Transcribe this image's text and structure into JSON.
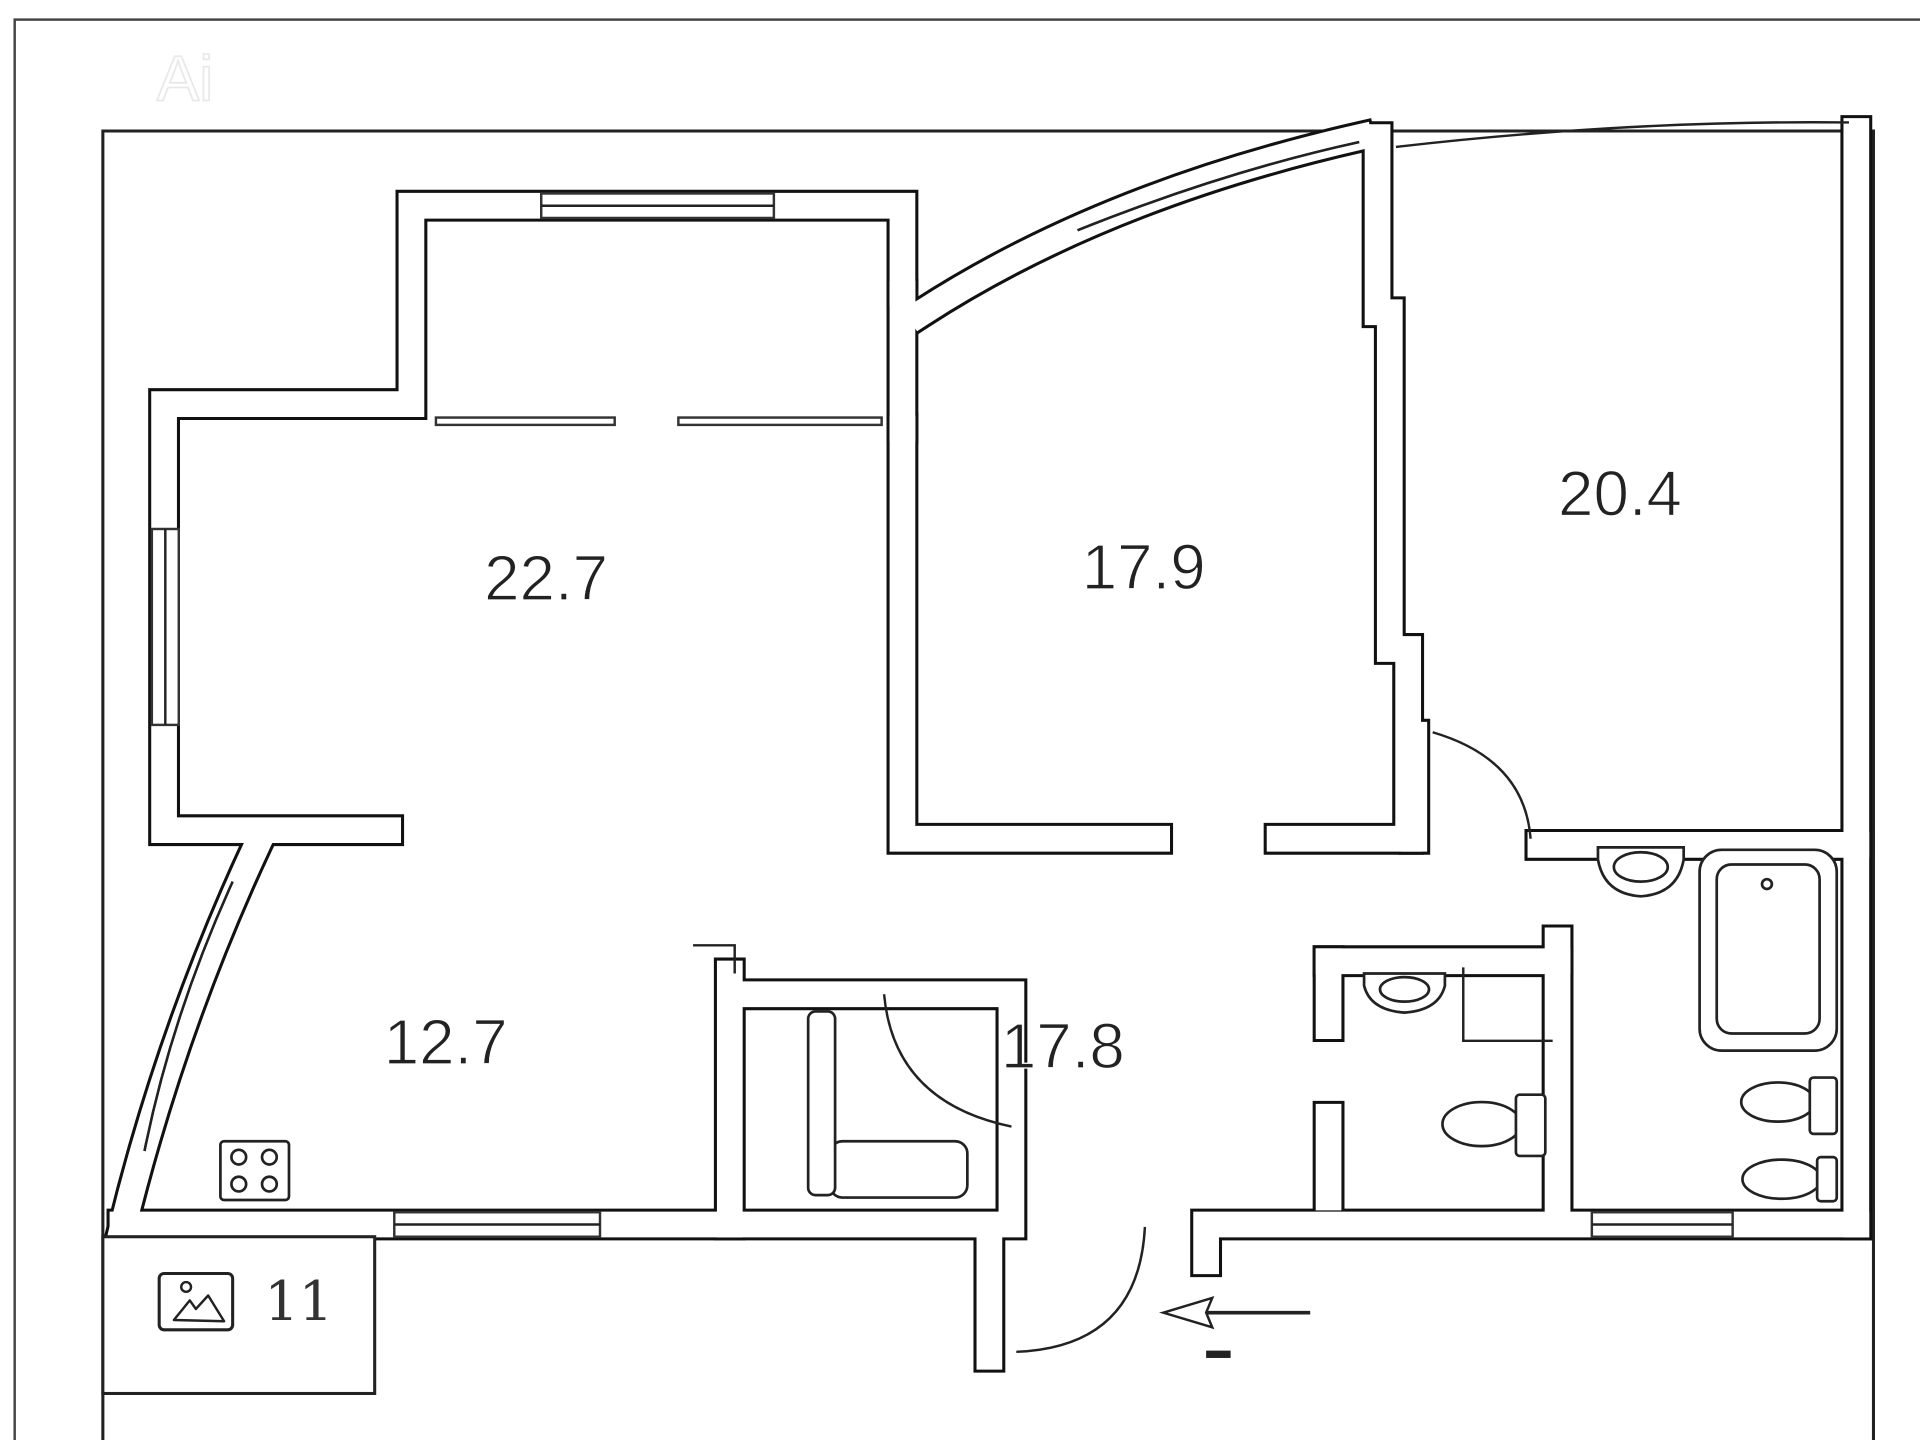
{
  "watermark": {
    "logo_text": "Ai"
  },
  "rooms": [
    {
      "id": "room-a",
      "area": "22.7"
    },
    {
      "id": "room-b",
      "area": "17.9"
    },
    {
      "id": "room-c",
      "area": "20.4"
    },
    {
      "id": "kitchen",
      "area": "12.7"
    },
    {
      "id": "hall",
      "area": "17.8"
    }
  ],
  "photo_badge": {
    "icon": "image-icon",
    "count": "11"
  },
  "colors": {
    "line": "#111111",
    "background": "#ffffff"
  }
}
